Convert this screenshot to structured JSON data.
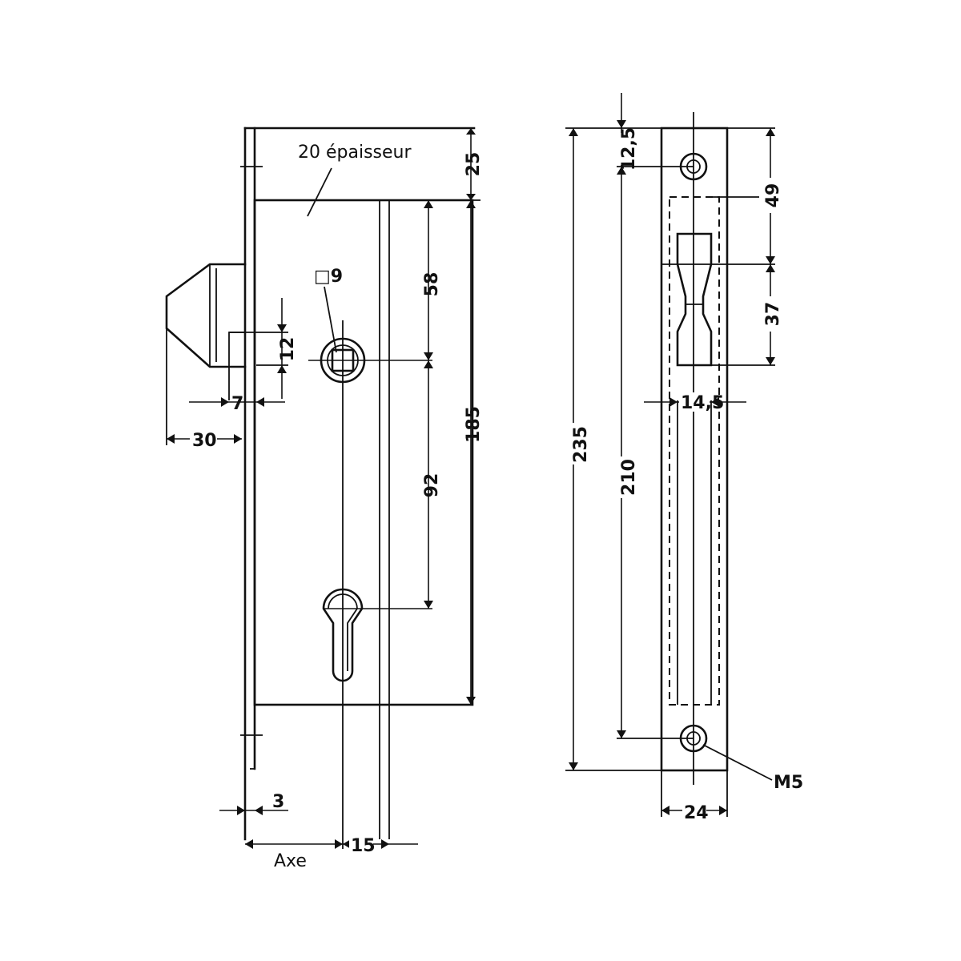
{
  "labels": {
    "thickness": "20 épaisseur",
    "dim_25": "25",
    "dim_58": "58",
    "dim_92": "92",
    "dim_185": "185",
    "dim_12": "12",
    "dim_7": "7",
    "dim_30": "30",
    "dim_3": "3",
    "dim_15": "15",
    "axe": "Axe",
    "square_9": "□9",
    "dim_12_5": "12,5",
    "dim_235": "235",
    "dim_210": "210",
    "dim_49": "49",
    "dim_37": "37",
    "dim_14_5": "14,5",
    "dim_24": "24",
    "screw_m5": "M5"
  }
}
